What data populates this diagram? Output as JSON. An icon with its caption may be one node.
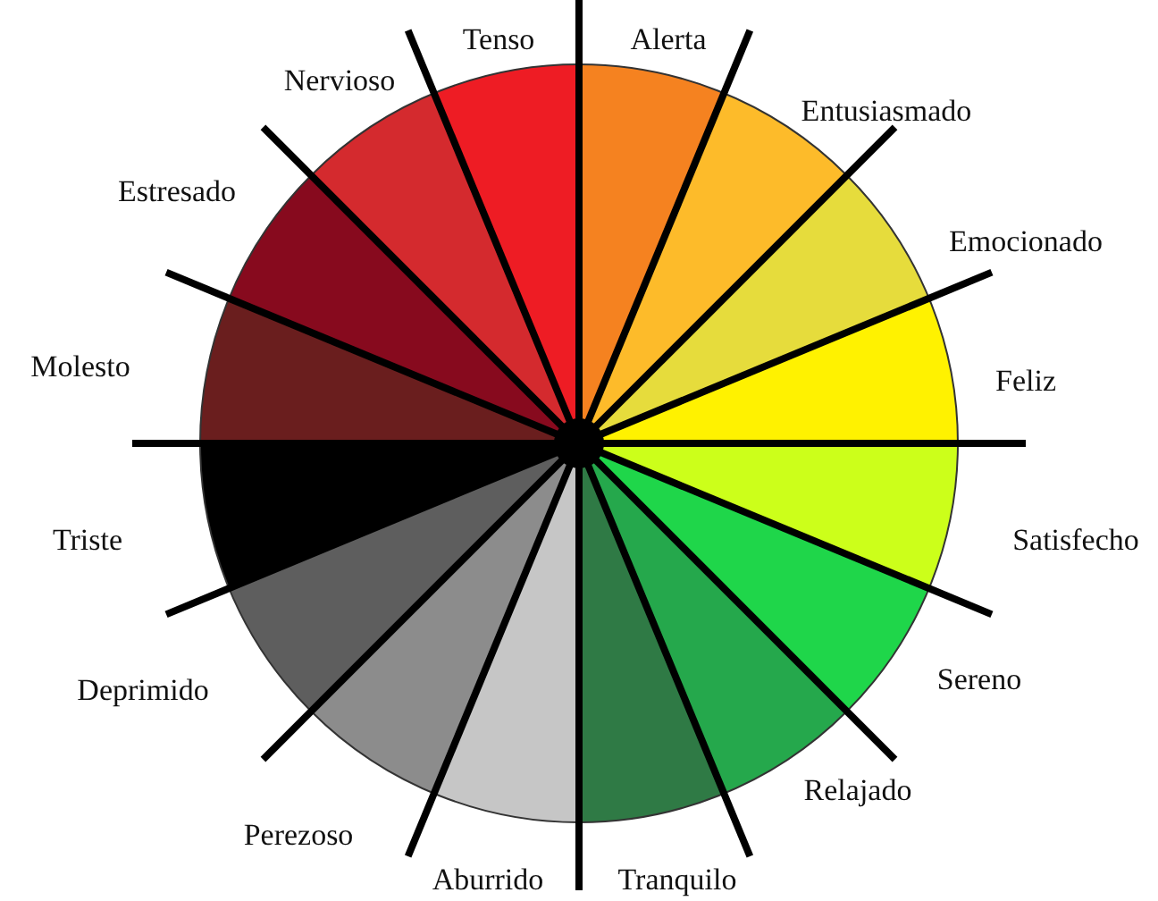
{
  "diagram": {
    "labels": [
      "Alerta",
      "Entusiasmado",
      "Emocionado",
      "Feliz",
      "Satisfecho",
      "Sereno",
      "Relajado",
      "Tranquilo",
      "Aburrido",
      "Perezoso",
      "Deprimido",
      "Triste",
      "Molesto",
      "Estresado",
      "Nervioso",
      "Tenso"
    ]
  }
}
